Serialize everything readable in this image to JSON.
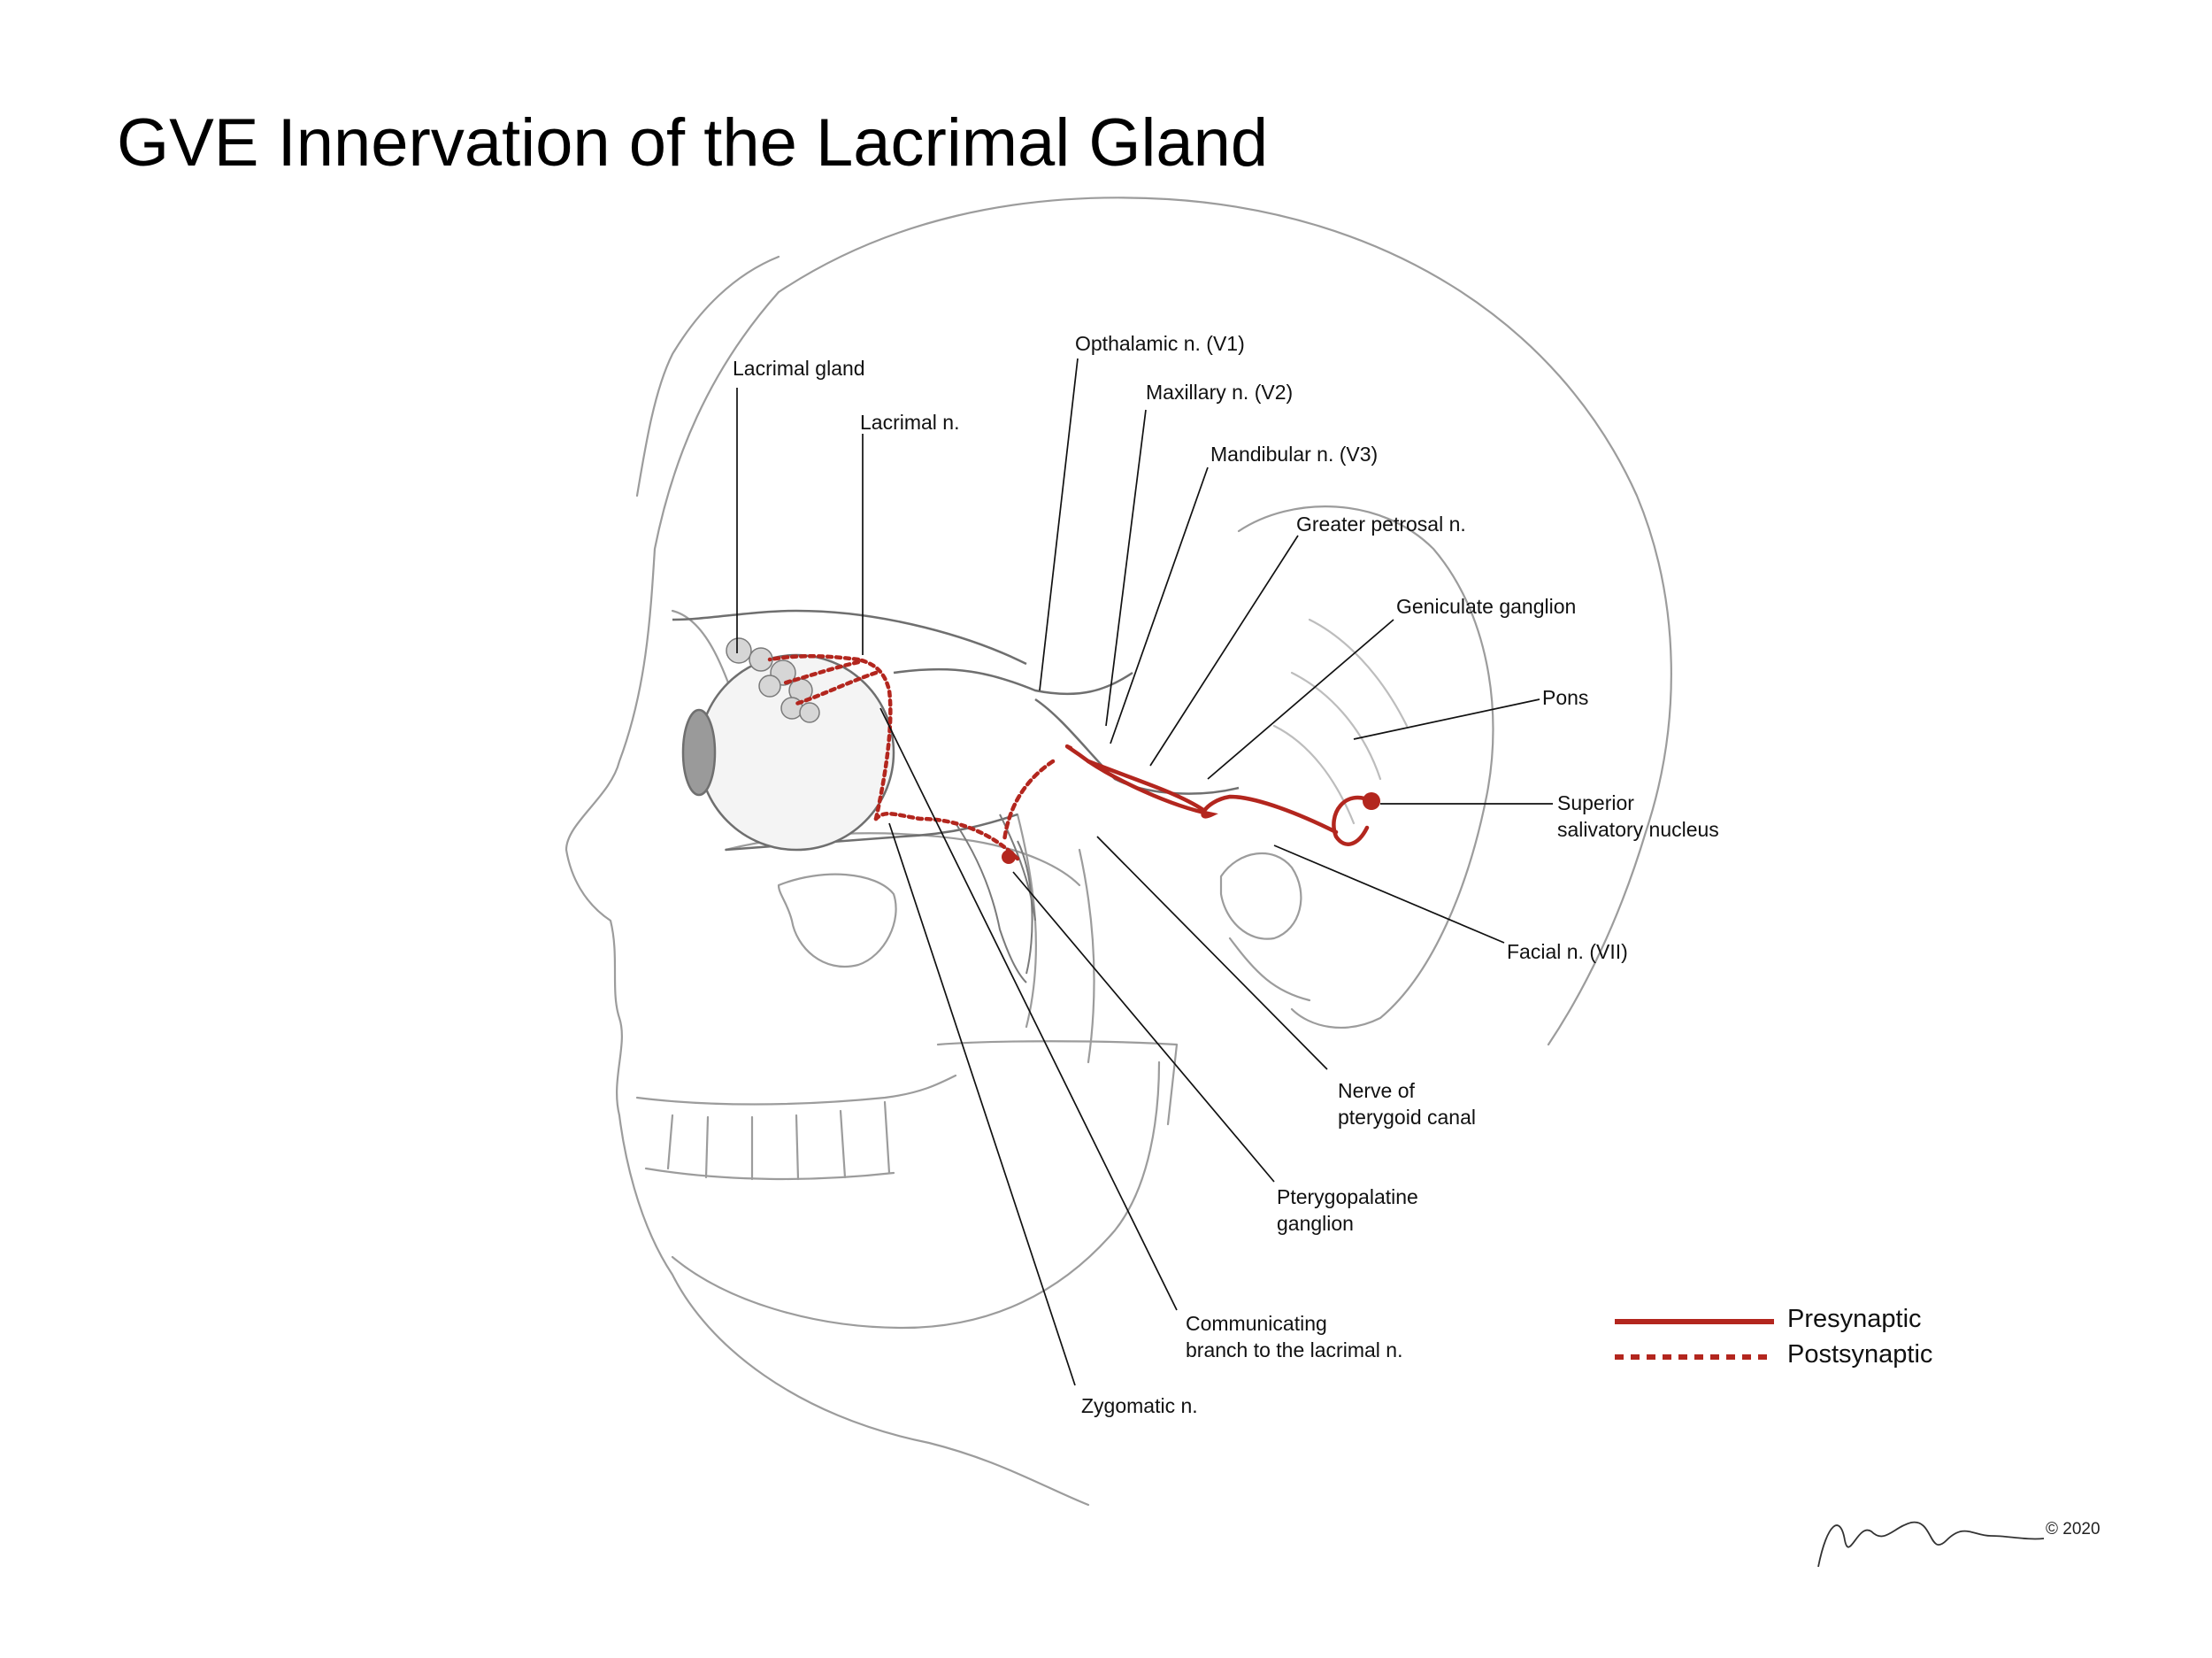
{
  "title": "GVE Innervation of the Lacrimal Gland",
  "labels": {
    "lacrimal_gland": "Lacrimal gland",
    "lacrimal_n": "Lacrimal n.",
    "opthalamic_n": "Opthalamic n. (V1)",
    "maxillary_n": "Maxillary n. (V2)",
    "mandibular_n": "Mandibular n. (V3)",
    "greater_petrosal_n": "Greater petrosal n.",
    "geniculate_ganglion": "Geniculate ganglion",
    "pons": "Pons",
    "superior_salivatory_nucleus_1": "Superior",
    "superior_salivatory_nucleus_2": "salivatory nucleus",
    "facial_n": "Facial n. (VII)",
    "nerve_pterygoid_canal_1": "Nerve of",
    "nerve_pterygoid_canal_2": "pterygoid canal",
    "pterygopalatine_ganglion_1": "Pterygopalatine",
    "pterygopalatine_ganglion_2": "ganglion",
    "communicating_branch_1": "Communicating",
    "communicating_branch_2": "branch to the lacrimal n.",
    "zygomatic_n": "Zygomatic n."
  },
  "legend": {
    "presynaptic": "Presynaptic",
    "postsynaptic": "Postsynaptic"
  },
  "copyright": "© 2020",
  "colors": {
    "nerve_red": "#b3261e",
    "sketch_gray": "#8a8a8a",
    "leader": "#000000"
  }
}
